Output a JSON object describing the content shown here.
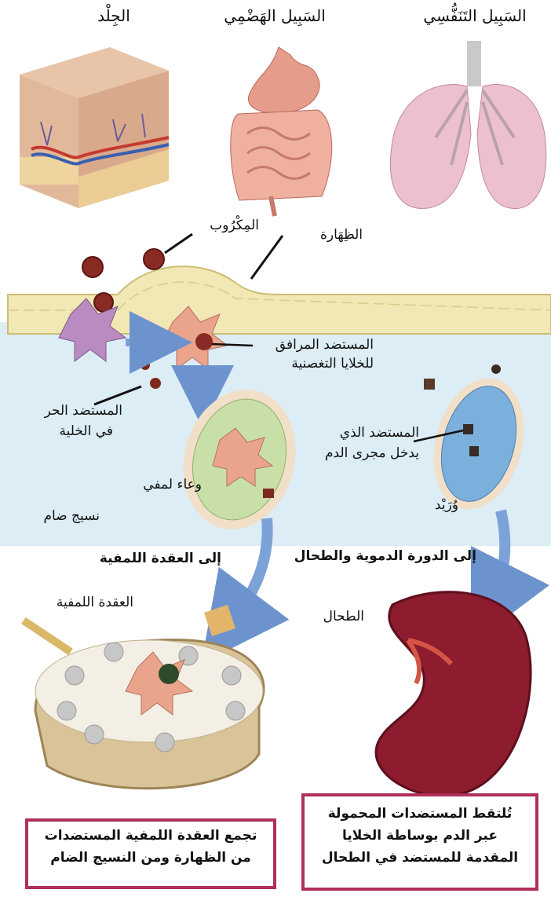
{
  "organs": {
    "skin": "الجِلْد",
    "digestive": "السَبِيل الهَضْمِي",
    "respiratory": "السَبِيل التَنَفُّسِي"
  },
  "labels": {
    "epithelium": "الظِهَارة",
    "microbe": "المِكْرُوب",
    "dc_antigen_line1": "المستضد المرافق",
    "dc_antigen_line2": "للخلايا التغصنية",
    "free_antigen_line1": "المستضد الحر",
    "free_antigen_line2": "في الخلية",
    "blood_antigen_line1": "المستضد الذي",
    "blood_antigen_line2": "يدخل مجرى الدم",
    "lymph_vessel": "وعاء لمفي",
    "connective_tissue": "نسيج ضام",
    "venule": "وُرَيْد",
    "to_lymph_node": "إلى العقدة اللمفية",
    "to_blood_spleen": "إلى الدورة الدموية والطحال",
    "lymph_node": "العقدة اللمفية",
    "spleen": "الطحال"
  },
  "captions": {
    "lymph_line1": "تجمع العقدة اللمفية المستضدات",
    "lymph_line2": "من الظهارة ومن النسيج الضام",
    "spleen_line1": "تُلتقط المستضدات المحمولة",
    "spleen_line2": "عبر الدم بوساطة الخلايا",
    "spleen_line3": "المقدمة للمستضد في الطحال"
  },
  "colors": {
    "caption_border": "#b0305a",
    "tissue": "#d9ebf5",
    "epithelium": "#efe6b2",
    "arrow": "#7da2d8",
    "spleen": "#8c1c2e"
  }
}
